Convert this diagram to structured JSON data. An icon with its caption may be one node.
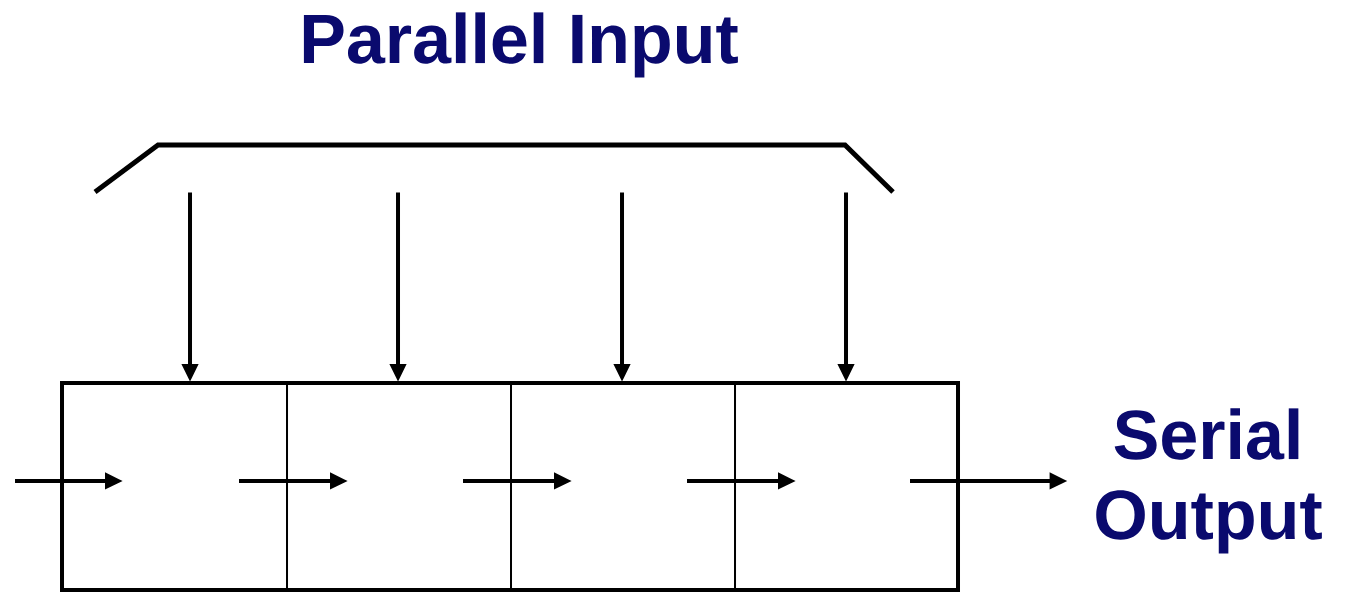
{
  "diagram": {
    "nodes": [
      {
        "text": [],
        "shape": "box"
      },
      {
        "text": [],
        "shape": "box"
      },
      {
        "text": [],
        "shape": "box"
      },
      {
        "text": [],
        "shape": "box"
      },
      {
        "text": [
          "Serial Output"
        ]
      },
      {
        "text": [],
        "shape": "bracket"
      }
    ],
    "edges": [
      {
        "from": 5,
        "to": 0,
        "arrow": "to"
      },
      {
        "from": 5,
        "to": 1,
        "arrow": "to"
      },
      {
        "from": 5,
        "to": 2,
        "arrow": "to"
      },
      {
        "from": 5,
        "to": 3,
        "arrow": "to"
      },
      {
        "from": null,
        "to": 0,
        "arrow": "to"
      },
      {
        "from": 0,
        "to": 1,
        "arrow": "to"
      },
      {
        "from": 1,
        "to": 2,
        "arrow": "to"
      },
      {
        "from": 2,
        "to": 3,
        "arrow": "to"
      },
      {
        "from": 3,
        "to": 4,
        "arrow": "to"
      }
    ],
    "labels": [
      "Parallel Input"
    ]
  }
}
